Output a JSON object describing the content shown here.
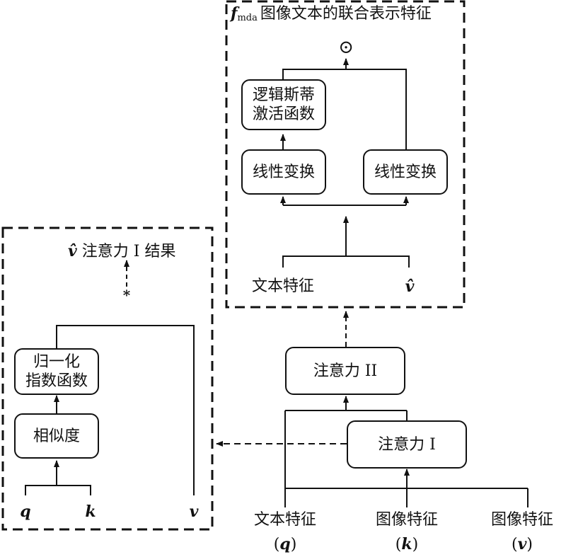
{
  "top_panel": {
    "title_symbol": "f",
    "title_subscript": "mda",
    "title_text": "图像文本的联合表示特征",
    "product_symbol": "⊙",
    "logistic_box": [
      "逻辑斯蒂",
      "激活函数"
    ],
    "linear_left": "线性变换",
    "linear_right": "线性变换",
    "input_text_feature": "文本特征",
    "input_vhat": "v̂"
  },
  "left_panel": {
    "title_vhat": "v̂",
    "title_text": "注意力 I 结果",
    "star_symbol": "*",
    "softmax_box": [
      "归一化",
      "指数函数"
    ],
    "similarity_box": "相似度",
    "q_label": "q",
    "k_label": "k",
    "v_label": "v"
  },
  "right_flow": {
    "attention_two": "注意力 II",
    "attention_one": "注意力 I"
  },
  "inputs": [
    {
      "name": "文本特征",
      "symbol": "q"
    },
    {
      "name": "图像特征",
      "symbol": "k"
    },
    {
      "name": "图像特征",
      "symbol": "v"
    }
  ]
}
